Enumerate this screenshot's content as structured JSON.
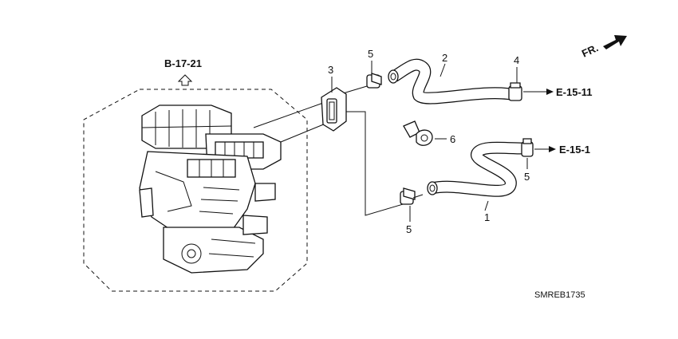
{
  "diagram": {
    "references": {
      "ref_heater_unit": "B-17-21",
      "ref_hose_upper": "E-15-11",
      "ref_hose_lower": "E-15-1"
    },
    "front_marker": "FR.",
    "callouts": {
      "hose_lower": "1",
      "hose_upper": "2",
      "grommet": "3",
      "clamp_upper_right": "4",
      "clamp_upper_left": "5",
      "clamp_lower_right": "5",
      "clamp_lower_left": "5",
      "clip": "6"
    },
    "diagram_code": "SMREB1735",
    "colors": {
      "line": "#111111",
      "background": "#ffffff"
    }
  }
}
